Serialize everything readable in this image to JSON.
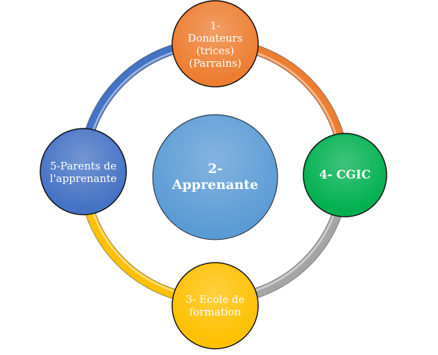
{
  "diagram": {
    "center": {
      "label": "2- Apprenante",
      "color": "#5b9bd5"
    },
    "nodes": [
      {
        "id": "donateurs",
        "label": "1- Donateurs (trices) (Parrains)",
        "color": "#ed7d31"
      },
      {
        "id": "cgic",
        "label": "4- CGIC",
        "color": "#00b050"
      },
      {
        "id": "ecole",
        "label": "3- Ecole de formation",
        "color": "#ffc000"
      },
      {
        "id": "parents",
        "label": "5-Parents de l'apprenante",
        "color": "#4472c4"
      }
    ],
    "ring_colors": {
      "top_left": "#4472c4",
      "top_right": "#ed7d31",
      "bottom_right": "#a5a5a5",
      "bottom_left": "#ffc000"
    }
  }
}
